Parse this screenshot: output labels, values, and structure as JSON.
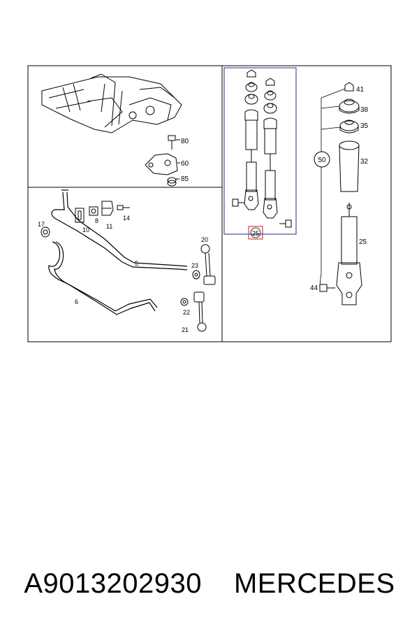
{
  "caption": {
    "part_number": "A9013202930",
    "brand": "MERCEDES"
  },
  "colors": {
    "frame": "#000000",
    "kit_box": "#26288a",
    "highlight": "#d01818",
    "line": "#000000"
  },
  "callouts": {
    "c80": "80",
    "c60": "60",
    "c85": "85",
    "c17": "17",
    "c10": "10",
    "c8": "8",
    "c11": "11",
    "c14": "14",
    "c5": "5",
    "c6": "6",
    "c20": "20",
    "c23": "23",
    "c22": "22",
    "c21": "21",
    "c25kit": "25",
    "c41": "41",
    "c38": "38",
    "c35": "35",
    "c50": "50",
    "c32": "32",
    "c25": "25",
    "c44": "44"
  }
}
